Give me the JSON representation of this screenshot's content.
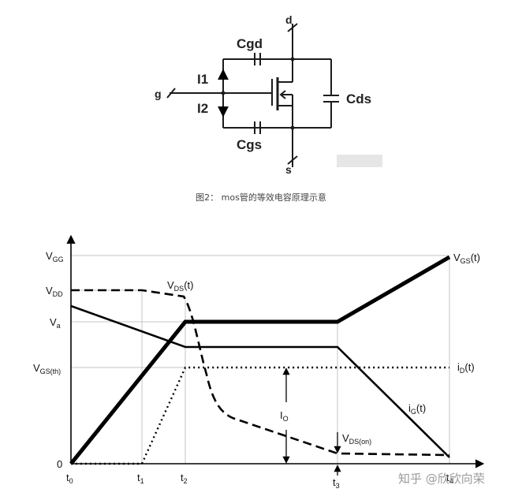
{
  "circuit": {
    "terminals": {
      "drain": "d",
      "gate": "g",
      "source": "s"
    },
    "capacitors": {
      "gate_drain": "Cgd",
      "gate_source": "Cgs",
      "drain_source": "Cds"
    },
    "currents": {
      "upper": "I1",
      "lower": "I2"
    }
  },
  "caption": "图2： mos管的等效电容原理示意",
  "waveform": {
    "y_labels": {
      "vgg": {
        "main": "V",
        "sub": "GG"
      },
      "vdd": {
        "main": "V",
        "sub": "DD"
      },
      "va": {
        "main": "V",
        "sub": "a"
      },
      "vgs_th": {
        "main": "V",
        "sub": "GS(th)"
      },
      "zero": "0"
    },
    "x_labels": {
      "t0": {
        "main": "t",
        "sub": "0"
      },
      "t1": {
        "main": "t",
        "sub": "1"
      },
      "t2": {
        "main": "t",
        "sub": "2"
      },
      "t3": {
        "main": "t",
        "sub": "3"
      },
      "t4": {
        "main": "t",
        "sub": "4"
      }
    },
    "curve_labels": {
      "vgs": {
        "main": "V",
        "sub": "GS",
        "tail": "(t)"
      },
      "vds": {
        "main": "V",
        "sub": "DS",
        "tail": "(t)"
      },
      "id": {
        "main": "i",
        "sub": "D",
        "tail": "(t)"
      },
      "ig": {
        "main": "i",
        "sub": "G",
        "tail": "(t)"
      },
      "io": {
        "main": "I",
        "sub": "O"
      },
      "vds_on": {
        "main": "V",
        "sub": "DS(on)"
      }
    }
  },
  "watermark": "知乎 @欣欣向荣"
}
